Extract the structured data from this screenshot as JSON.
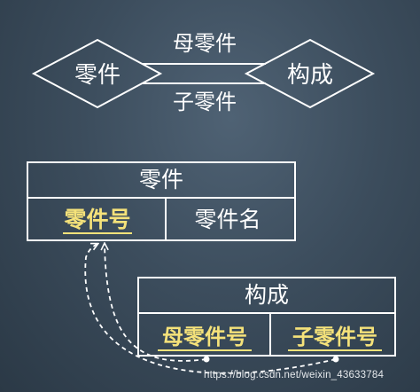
{
  "er": {
    "entity": "零件",
    "relationship": "构成",
    "role_top": "母零件",
    "role_bottom": "子零件"
  },
  "table_part": {
    "name": "零件",
    "columns": [
      "零件号",
      "零件名"
    ],
    "primary_key": "零件号"
  },
  "table_compose": {
    "name": "构成",
    "columns": [
      "母零件号",
      "子零件号"
    ],
    "foreign_keys": [
      "母零件号",
      "子零件号"
    ]
  },
  "watermark": "https://blog.csdn.net/weixin_43633784",
  "colors": {
    "line": "#ffffff",
    "text": "#ffffff",
    "key_text": "#f5e27a",
    "key_underline": "#f5e27a",
    "background": "#3c4d5d"
  }
}
